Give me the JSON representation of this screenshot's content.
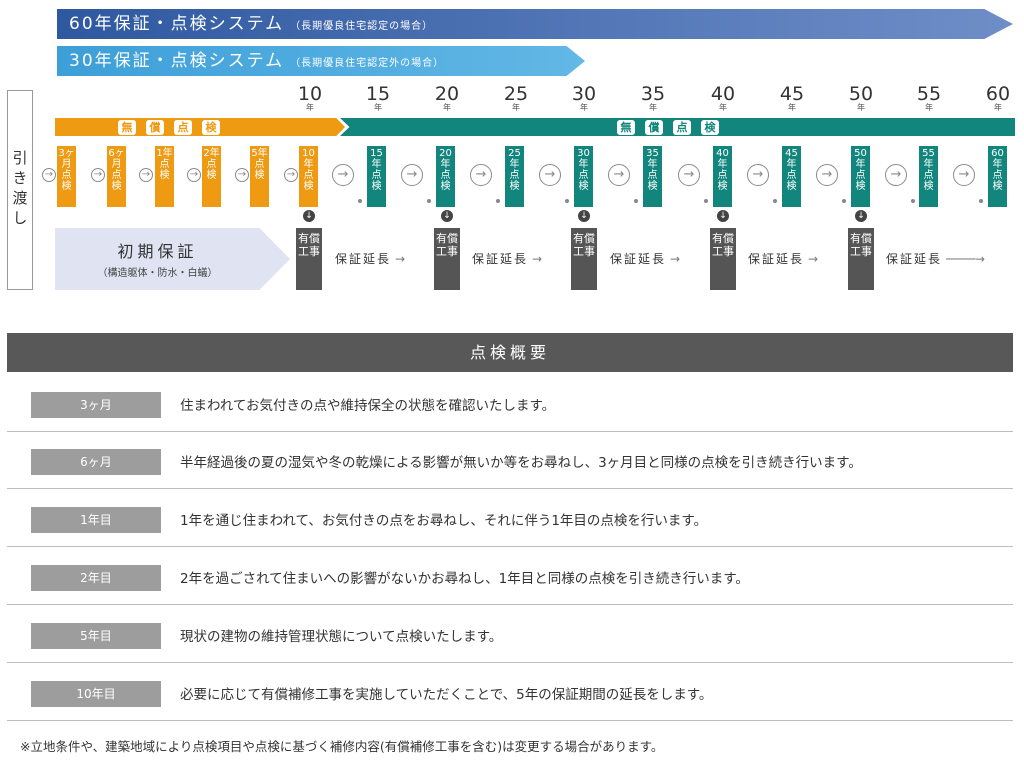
{
  "banners": {
    "b60_title": "60年保証・点検システム",
    "b60_sub": "（長期優良住宅認定の場合）",
    "b30_title": "30年保証・点検システム",
    "b30_sub": "（長期優良住宅認定外の場合）",
    "b60_color": "#2e58a0",
    "b30_color": "#3d9fd8"
  },
  "handover": "引き渡し",
  "years": [
    "10",
    "15",
    "20",
    "25",
    "30",
    "35",
    "40",
    "45",
    "50",
    "55",
    "60"
  ],
  "year_unit": "年",
  "free_label": [
    "無",
    "償",
    "点",
    "検"
  ],
  "inspections_orange": [
    "3ヶ月点検",
    "6ヶ月点検",
    "1年点検",
    "2年点検",
    "5年点検",
    "10年点検"
  ],
  "inspections_teal": [
    "15年点検",
    "20年点検",
    "25年点検",
    "30年点検",
    "35年点検",
    "40年点検",
    "45年点検",
    "50年点検",
    "55年点検",
    "60年点検"
  ],
  "initial": {
    "title": "初期保証",
    "sub": "（構造躯体・防水・白蟻）"
  },
  "paid_repair": "有償工事",
  "extension": "保証延長",
  "summary": {
    "heading": "点検概要",
    "rows": [
      {
        "tag": "3ヶ月",
        "desc": "住まわれてお気付きの点や維持保全の状態を確認いたします。"
      },
      {
        "tag": "6ヶ月",
        "desc": "半年経過後の夏の湿気や冬の乾燥による影響が無いか等をお尋ねし、3ヶ月目と同様の点検を引き続き行います。"
      },
      {
        "tag": "1年目",
        "desc": "1年を通じ住まわれて、お気付きの点をお尋ねし、それに伴う1年目の点検を行います。"
      },
      {
        "tag": "2年目",
        "desc": "2年を過ごされて住まいへの影響がないかお尋ねし、1年目と同様の点検を引き続き行います。"
      },
      {
        "tag": "5年目",
        "desc": "現状の建物の維持管理状態について点検いたします。"
      },
      {
        "tag": "10年目",
        "desc": "必要に応じて有償補修工事を実施していただくことで、5年の保証期間の延長をします。"
      }
    ]
  },
  "note": "※立地条件や、建築地域により点検項目や点検に基づく補修内容(有償補修工事を含む)は変更する場合があります。",
  "colors": {
    "orange": "#ef9a13",
    "teal": "#12857c",
    "gray": "#585858"
  }
}
